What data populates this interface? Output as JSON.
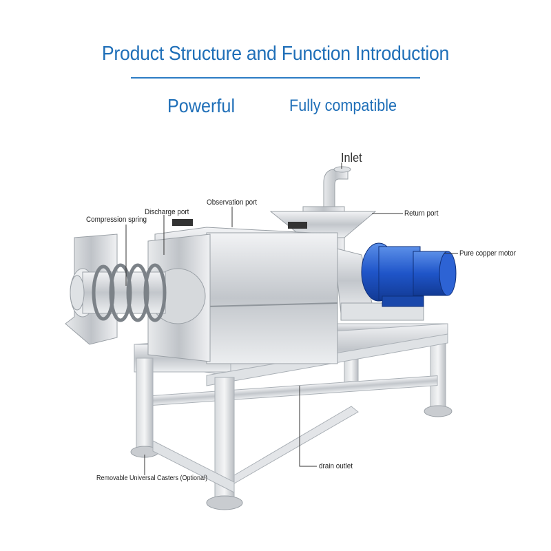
{
  "title": "Product Structure and Function Introduction",
  "subtitles": {
    "left": "Powerful",
    "right": "Fully compatible"
  },
  "labels": {
    "inlet": "Inlet",
    "observation_port": "Observation port",
    "discharge_port": "Discharge port",
    "compression_spring": "Compression spring",
    "return_port": "Return port",
    "motor": "Pure copper motor",
    "drain_outlet": "drain outlet",
    "casters": "Removable Universal Casters (Optional)"
  },
  "colors": {
    "brand_blue": "#1f6fb8",
    "motor_blue": "#1f55c9",
    "steel": "#c9ccd0"
  }
}
